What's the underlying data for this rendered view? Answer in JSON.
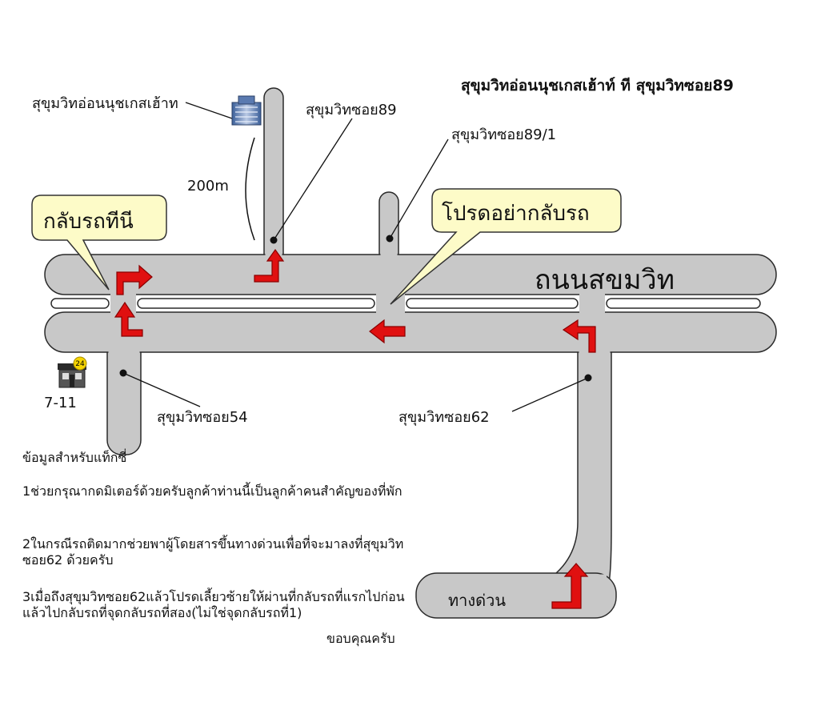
{
  "title": "สุขุมวิทอ่อนนุชเกสเฮ้าท์ ที สุขุมวิทซอย89",
  "labels": {
    "guesthouse": "สุขุมวิทอ่อนนุชเกสเฮ้าท",
    "soi89": "สุขุมวิทซอย89",
    "soi89_1": "สุขุมวิทซอย89/1",
    "distance": "200m",
    "road": "ถนนสขมวิท",
    "store": "7-11",
    "soi54": "สุขุมวิทซอย54",
    "soi62": "สุขุมวิทซอย62",
    "expressway": "ทางด่วน"
  },
  "bubbles": {
    "uturn_here": "กลับรถทีนี",
    "no_uturn": "โปรดอย่ากลับรถ"
  },
  "icons": {
    "guesthouse": "building-icon",
    "store": "convenience-store-icon",
    "store_badge": "24"
  },
  "colors": {
    "road_fill": "#c8c8c8",
    "road_stroke": "#2a2a2a",
    "arrow_fill": "#e01010",
    "bubble_fill": "#fdfbc8"
  },
  "taxi_info": {
    "heading": "ข้อมูลสำหรับแท็กซี่",
    "items": [
      "1ช่วยกรุณากดมิเตอร์ด้วยครับลูกค้าท่านนี้เป็นลูกค้าคนสำคัญของที่พัก",
      "2ในกรณีรถติดมากช่วยพาผู้โดยสารขึ้นทางด่วนเพื่อที่จะมาลงที่สุขุมวิทซอย62 ด้วยครับ",
      "3เมื่อถึงสุขุมวิทซอย62แล้วโปรดเลี้ยวซ้ายให้ผ่านที่กลับรถที่แรกไปก่อนแล้วไปกลับรถที่จุดกลับรถที่สอง(ไม่ใช่จุดกลับรถที่1)"
    ],
    "thanks": "ขอบคุณครับ"
  }
}
